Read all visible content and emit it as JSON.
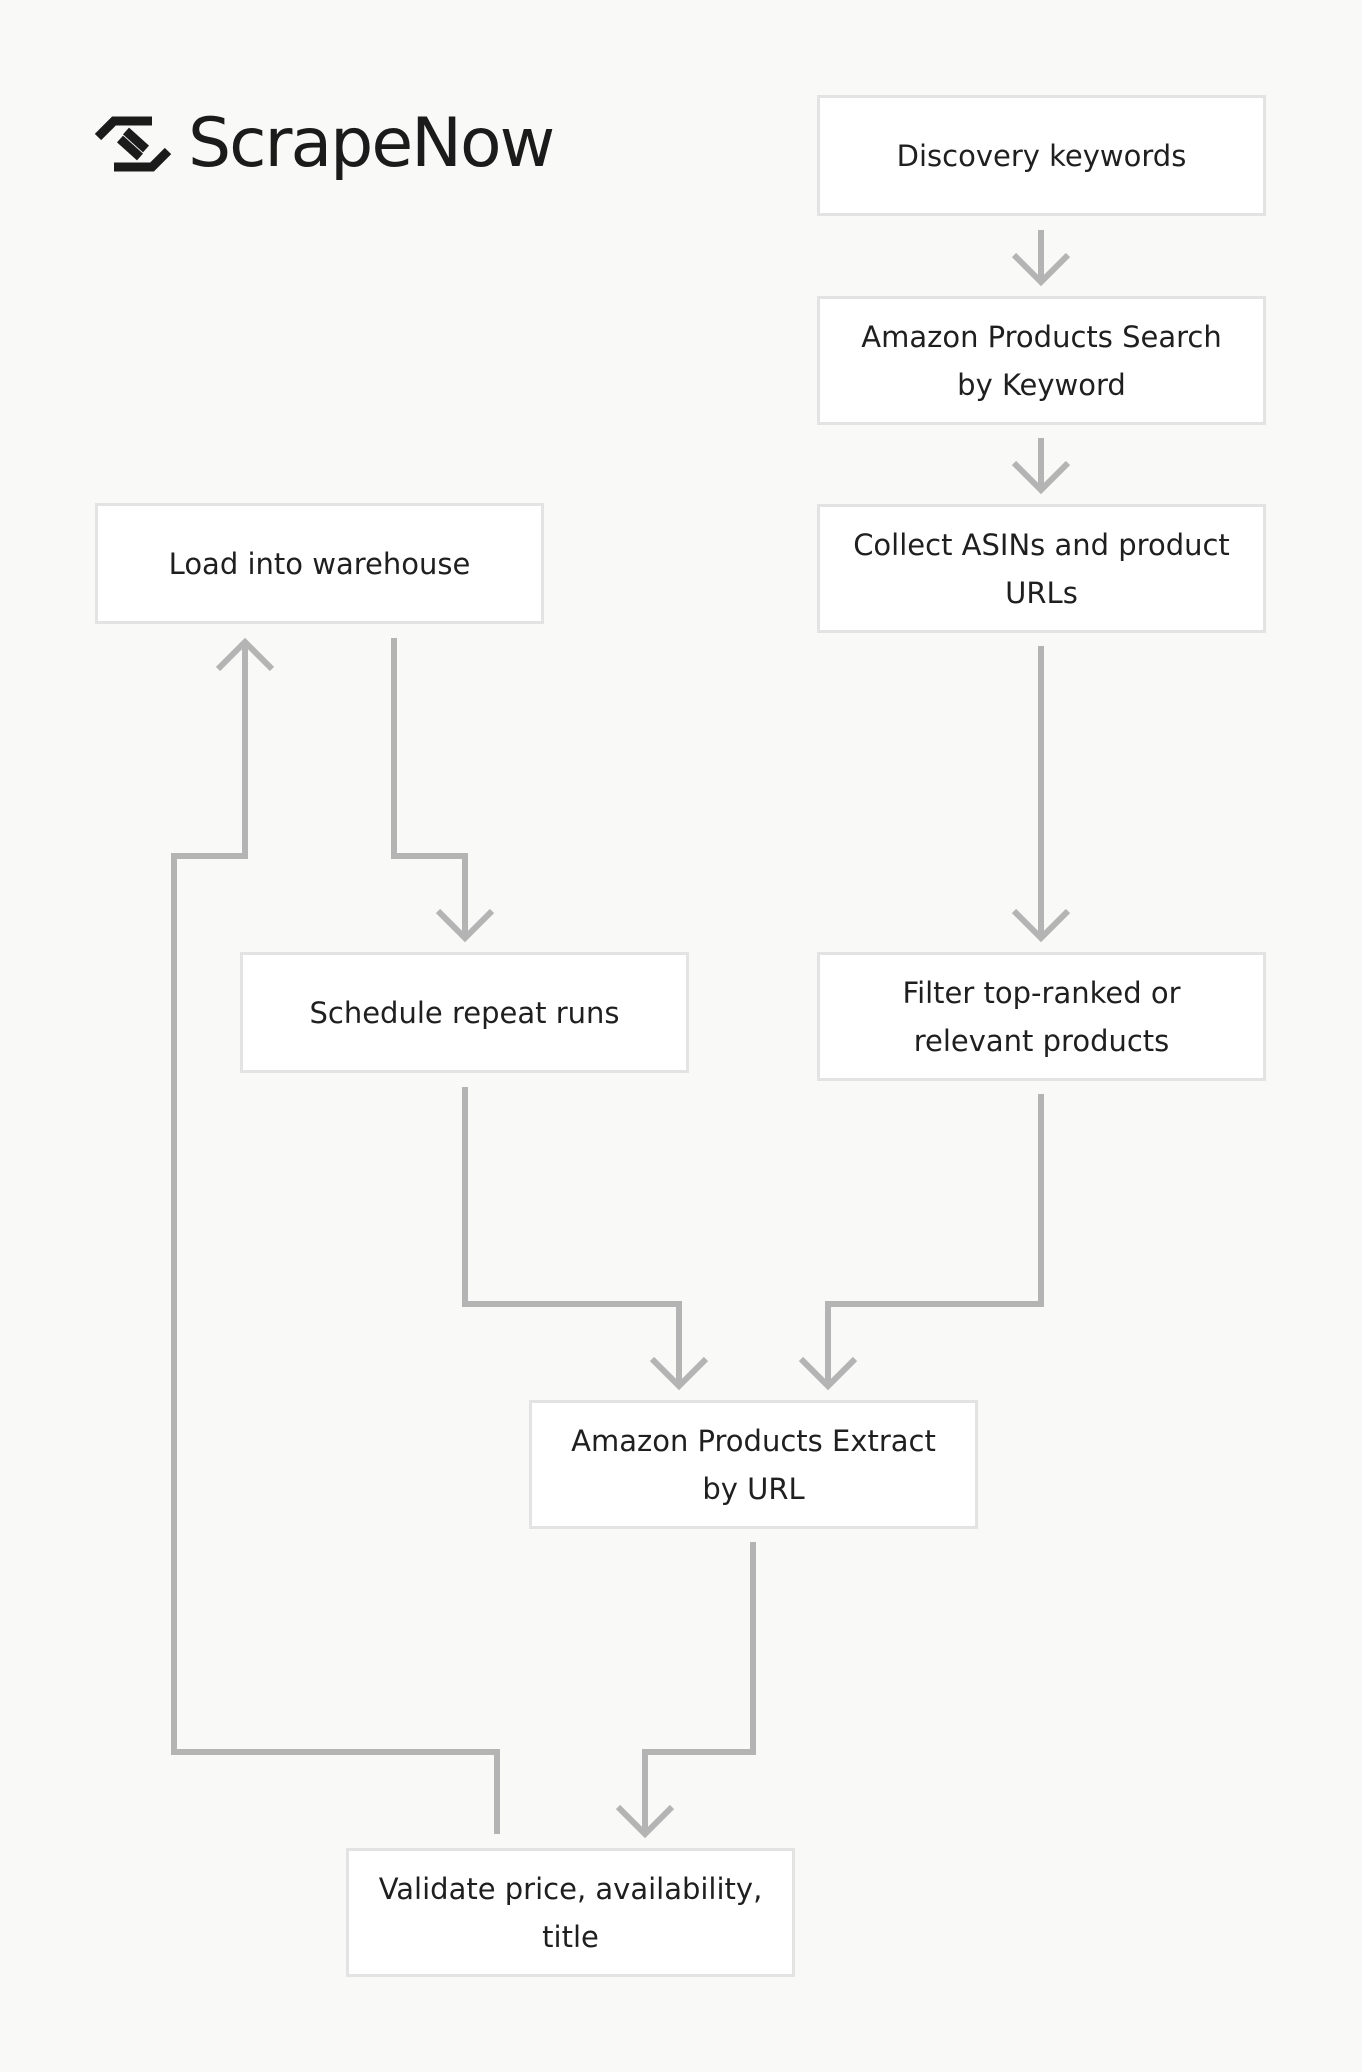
{
  "brand": {
    "name": "ScrapeNow",
    "icon": "scrapenow-logo-icon"
  },
  "colors": {
    "background": "#f9f9f7",
    "node_fill": "#ffffff",
    "node_border": "#e3e3e3",
    "connector": "#b4b4b4",
    "text": "#1f1f1f"
  },
  "diagram": {
    "type": "flowchart",
    "nodes": [
      {
        "id": "discovery",
        "label": "Discovery keywords"
      },
      {
        "id": "search",
        "label": "Amazon Products Search by Keyword"
      },
      {
        "id": "collect",
        "label": "Collect ASINs and product URLs"
      },
      {
        "id": "filter",
        "label": "Filter top-ranked or relevant products"
      },
      {
        "id": "extract",
        "label": "Amazon Products Extract by URL"
      },
      {
        "id": "validate",
        "label": "Validate price, availability, title"
      },
      {
        "id": "warehouse",
        "label": "Load into warehouse"
      },
      {
        "id": "schedule",
        "label": "Schedule repeat runs"
      }
    ],
    "edges": [
      {
        "from": "discovery",
        "to": "search"
      },
      {
        "from": "search",
        "to": "collect"
      },
      {
        "from": "collect",
        "to": "filter"
      },
      {
        "from": "filter",
        "to": "extract"
      },
      {
        "from": "extract",
        "to": "validate"
      },
      {
        "from": "validate",
        "to": "warehouse"
      },
      {
        "from": "warehouse",
        "to": "schedule"
      },
      {
        "from": "schedule",
        "to": "extract"
      }
    ]
  }
}
